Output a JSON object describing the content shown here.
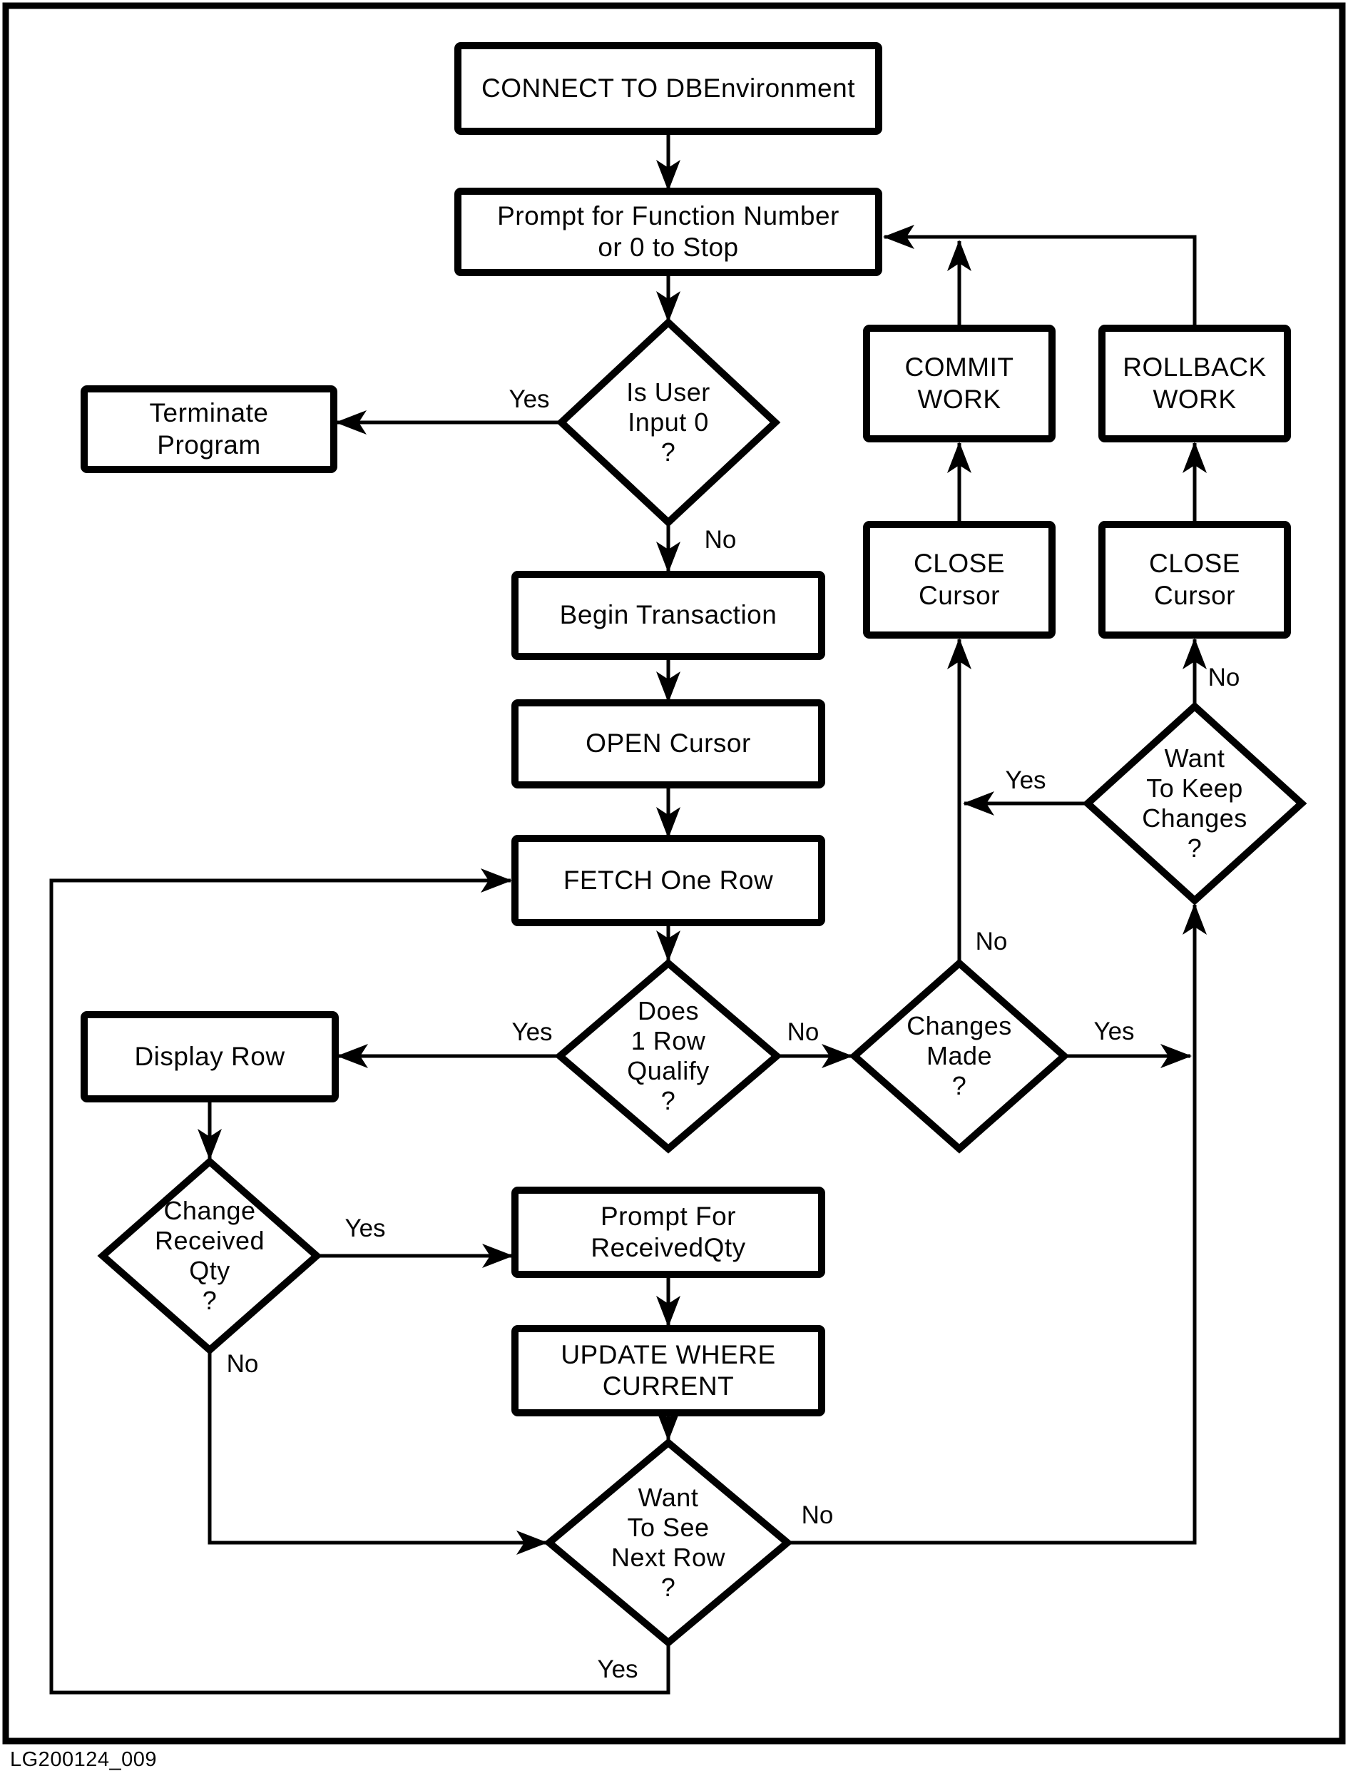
{
  "figure": {
    "caption": "LG200124_009",
    "nodes": {
      "connect": {
        "label": "CONNECT TO DBEnvironment",
        "type": "process"
      },
      "prompt_function": {
        "label": "Prompt for Function Number\nor 0 to Stop",
        "type": "process"
      },
      "is_user_input_0": {
        "label": "Is User\nInput 0\n?",
        "type": "decision"
      },
      "terminate": {
        "label": "Terminate\nProgram",
        "type": "process"
      },
      "begin_transaction": {
        "label": "Begin Transaction",
        "type": "process"
      },
      "open_cursor": {
        "label": "OPEN Cursor",
        "type": "process"
      },
      "fetch_one_row": {
        "label": "FETCH One Row",
        "type": "process"
      },
      "does_1_row_qualify": {
        "label": "Does\n1 Row\nQualify\n?",
        "type": "decision"
      },
      "display_row": {
        "label": "Display Row",
        "type": "process"
      },
      "change_received_qty": {
        "label": "Change\nReceived\nQty\n?",
        "type": "decision"
      },
      "prompt_received_qty": {
        "label": "Prompt For\nReceivedQty",
        "type": "process"
      },
      "update_where_current": {
        "label": "UPDATE WHERE\nCURRENT",
        "type": "process"
      },
      "want_see_next_row": {
        "label": "Want\nTo See\nNext Row\n?",
        "type": "decision"
      },
      "changes_made": {
        "label": "Changes\nMade\n?",
        "type": "decision"
      },
      "want_keep_changes": {
        "label": "Want\nTo Keep\nChanges\n?",
        "type": "decision"
      },
      "commit_work": {
        "label": "COMMIT\nWORK",
        "type": "process"
      },
      "rollback_work": {
        "label": "ROLLBACK\nWORK",
        "type": "process"
      },
      "close_cursor_left": {
        "label": "CLOSE\nCursor",
        "type": "process"
      },
      "close_cursor_right": {
        "label": "CLOSE\nCursor",
        "type": "process"
      }
    },
    "edge_labels": {
      "user_input_yes": "Yes",
      "user_input_no": "No",
      "qualify_yes": "Yes",
      "qualify_no": "No",
      "change_qty_yes": "Yes",
      "change_qty_no": "No",
      "next_row_yes": "Yes",
      "next_row_no": "No",
      "changes_made_yes": "Yes",
      "changes_made_no": "No",
      "keep_changes_yes": "Yes",
      "keep_changes_no": "No"
    },
    "colors": {
      "ink": "#000000",
      "paper": "#ffffff"
    }
  }
}
